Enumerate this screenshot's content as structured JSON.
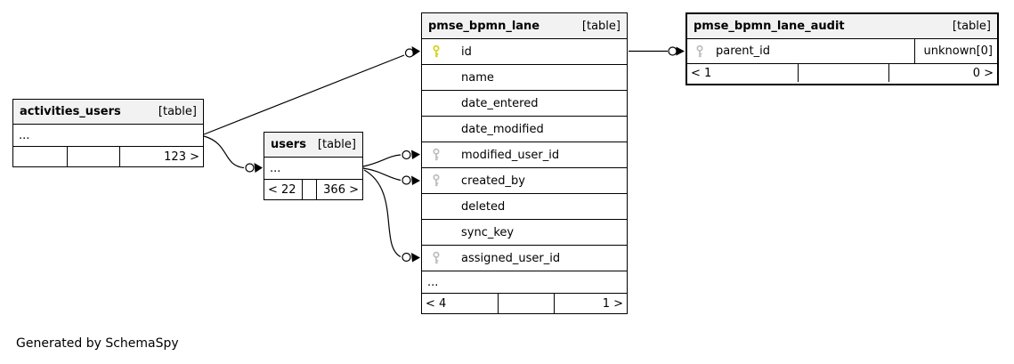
{
  "page": {
    "footnote": "Generated by SchemaSpy"
  },
  "colors": {
    "background": "#ffffff",
    "table_border": "#000000",
    "table_header_bg": "#f2f2f2",
    "primary_key_icon": "#d2d419",
    "foreign_key_icon": "#bdbdbd",
    "relation_line": "#000000"
  },
  "tables": {
    "activities_users": {
      "name": "activities_users",
      "type_label": "[table]",
      "ellipsis": "...",
      "footer": {
        "left": "",
        "mid": "",
        "right": "123 >"
      }
    },
    "users": {
      "name": "users",
      "type_label": "[table]",
      "ellipsis": "...",
      "footer": {
        "left": "< 22",
        "mid": "",
        "right": "366 >"
      }
    },
    "pmse_bpmn_lane": {
      "name": "pmse_bpmn_lane",
      "type_label": "[table]",
      "columns": [
        {
          "name": "id",
          "key": "primary"
        },
        {
          "name": "name",
          "key": "none"
        },
        {
          "name": "date_entered",
          "key": "none"
        },
        {
          "name": "date_modified",
          "key": "none"
        },
        {
          "name": "modified_user_id",
          "key": "foreign"
        },
        {
          "name": "created_by",
          "key": "foreign"
        },
        {
          "name": "deleted",
          "key": "none"
        },
        {
          "name": "sync_key",
          "key": "none"
        },
        {
          "name": "assigned_user_id",
          "key": "foreign"
        }
      ],
      "ellipsis": "...",
      "footer": {
        "left": "< 4",
        "mid": "",
        "right": "1 >"
      }
    },
    "pmse_bpmn_lane_audit": {
      "name": "pmse_bpmn_lane_audit",
      "type_label": "[table]",
      "columns": [
        {
          "name": "parent_id",
          "key": "foreign",
          "type_note": "unknown[0]"
        }
      ],
      "footer": {
        "left": "< 1",
        "mid": "",
        "right": "0 >"
      }
    }
  },
  "relations": [
    {
      "from": "activities_users",
      "to": "pmse_bpmn_lane.id"
    },
    {
      "from": "activities_users",
      "to": "users"
    },
    {
      "from": "users",
      "to": "pmse_bpmn_lane.modified_user_id"
    },
    {
      "from": "users",
      "to": "pmse_bpmn_lane.created_by"
    },
    {
      "from": "users",
      "to": "pmse_bpmn_lane.assigned_user_id"
    },
    {
      "from": "pmse_bpmn_lane.id",
      "to": "pmse_bpmn_lane_audit.parent_id"
    }
  ]
}
